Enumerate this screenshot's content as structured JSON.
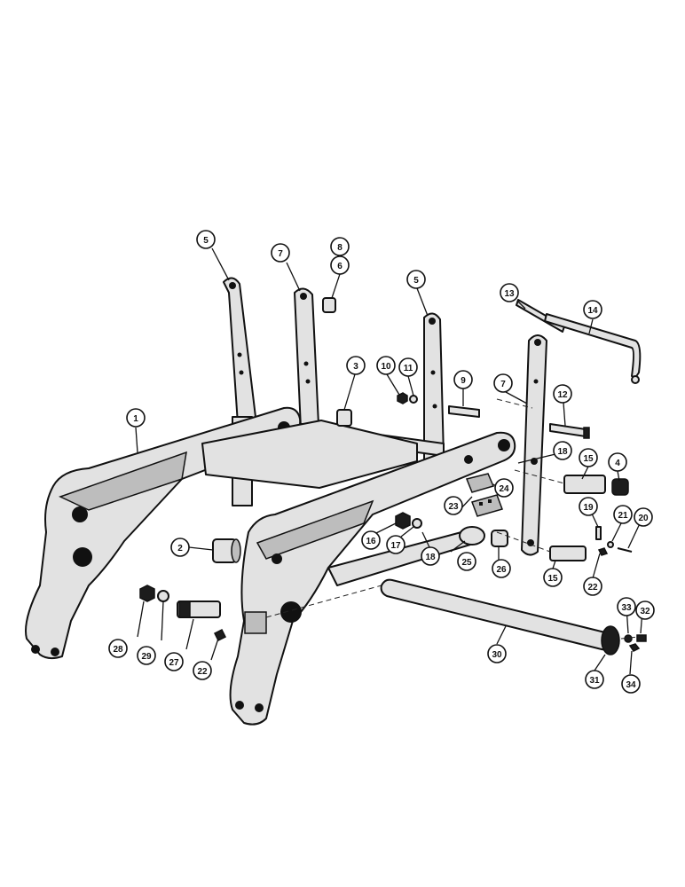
{
  "diagram": {
    "callouts": [
      {
        "id": "c1",
        "label": "1"
      },
      {
        "id": "c2",
        "label": "2"
      },
      {
        "id": "c3",
        "label": "3"
      },
      {
        "id": "c4",
        "label": "4"
      },
      {
        "id": "c5a",
        "label": "5"
      },
      {
        "id": "c5b",
        "label": "5"
      },
      {
        "id": "c6",
        "label": "6"
      },
      {
        "id": "c7a",
        "label": "7"
      },
      {
        "id": "c7b",
        "label": "7"
      },
      {
        "id": "c8",
        "label": "8"
      },
      {
        "id": "c9",
        "label": "9"
      },
      {
        "id": "c10",
        "label": "10"
      },
      {
        "id": "c11",
        "label": "11"
      },
      {
        "id": "c12",
        "label": "12"
      },
      {
        "id": "c13",
        "label": "13"
      },
      {
        "id": "c14",
        "label": "14"
      },
      {
        "id": "c15a",
        "label": "15"
      },
      {
        "id": "c15b",
        "label": "15"
      },
      {
        "id": "c16",
        "label": "16"
      },
      {
        "id": "c17",
        "label": "17"
      },
      {
        "id": "c18a",
        "label": "18"
      },
      {
        "id": "c18b",
        "label": "18"
      },
      {
        "id": "c19",
        "label": "19"
      },
      {
        "id": "c20",
        "label": "20"
      },
      {
        "id": "c21",
        "label": "21"
      },
      {
        "id": "c22a",
        "label": "22"
      },
      {
        "id": "c22b",
        "label": "22"
      },
      {
        "id": "c23",
        "label": "23"
      },
      {
        "id": "c24",
        "label": "24"
      },
      {
        "id": "c25",
        "label": "25"
      },
      {
        "id": "c26",
        "label": "26"
      },
      {
        "id": "c27",
        "label": "27"
      },
      {
        "id": "c28",
        "label": "28"
      },
      {
        "id": "c29",
        "label": "29"
      },
      {
        "id": "c30",
        "label": "30"
      },
      {
        "id": "c31",
        "label": "31"
      },
      {
        "id": "c32",
        "label": "32"
      },
      {
        "id": "c33",
        "label": "33"
      },
      {
        "id": "c34",
        "label": "34"
      }
    ]
  }
}
